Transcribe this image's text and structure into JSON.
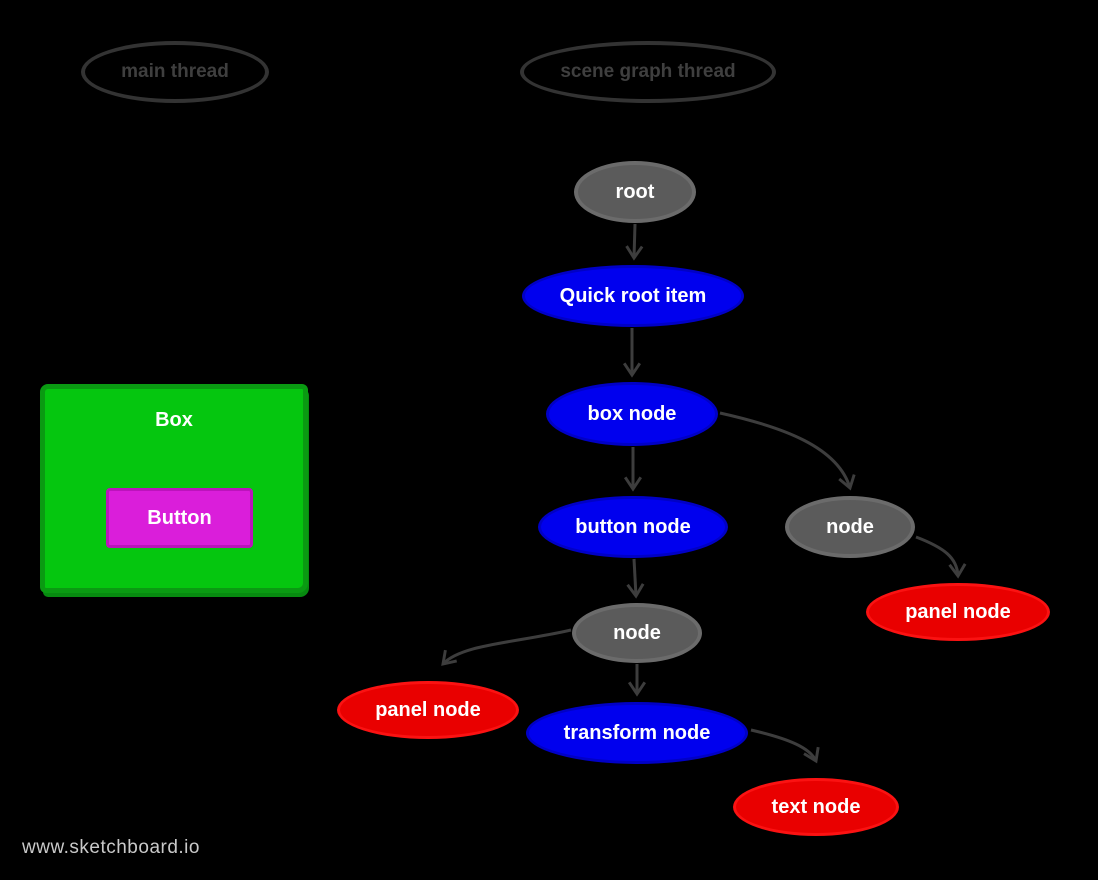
{
  "canvas": {
    "background": "#000000"
  },
  "watermark": {
    "text": "www.sketchboard.io",
    "color": "#c9c9c9"
  },
  "lanes": [
    {
      "id": "main-thread",
      "label": "main thread"
    },
    {
      "id": "scene-graph-thread",
      "label": "scene graph thread"
    }
  ],
  "box": {
    "label": "Box",
    "fill": "#05c60f",
    "border": "#0a9a12"
  },
  "button": {
    "label": "Button",
    "fill": "#da1eda",
    "border": "#bb14bb"
  },
  "palette": {
    "node_gray_fill": "#5b5b5b",
    "node_gray_border": "#6b6b6b",
    "node_blue_fill": "#0000ee",
    "node_blue_border": "#0000c6",
    "node_red_fill": "#e90000",
    "node_red_border": "#fb1212",
    "edge_color": "#3d3d3d",
    "lane_outline": "#333333",
    "lane_text": "#3f3f3f"
  },
  "graph": {
    "nodes": [
      {
        "id": "root",
        "label": "root",
        "color": "gray"
      },
      {
        "id": "quick-root-item",
        "label": "Quick root item",
        "color": "blue"
      },
      {
        "id": "box-node",
        "label": "box node",
        "color": "blue"
      },
      {
        "id": "button-node",
        "label": "button node",
        "color": "blue"
      },
      {
        "id": "node-right",
        "label": "node",
        "color": "gray"
      },
      {
        "id": "panel-node-right",
        "label": "panel node",
        "color": "red"
      },
      {
        "id": "node-middle",
        "label": "node",
        "color": "gray"
      },
      {
        "id": "panel-node-left",
        "label": "panel node",
        "color": "red"
      },
      {
        "id": "transform-node",
        "label": "transform node",
        "color": "blue"
      },
      {
        "id": "text-node",
        "label": "text node",
        "color": "red"
      }
    ],
    "edges": [
      {
        "from": "root",
        "to": "quick-root-item"
      },
      {
        "from": "quick-root-item",
        "to": "box-node"
      },
      {
        "from": "box-node",
        "to": "button-node"
      },
      {
        "from": "box-node",
        "to": "node-right"
      },
      {
        "from": "node-right",
        "to": "panel-node-right"
      },
      {
        "from": "button-node",
        "to": "node-middle"
      },
      {
        "from": "node-middle",
        "to": "panel-node-left"
      },
      {
        "from": "node-middle",
        "to": "transform-node"
      },
      {
        "from": "transform-node",
        "to": "text-node"
      }
    ]
  }
}
